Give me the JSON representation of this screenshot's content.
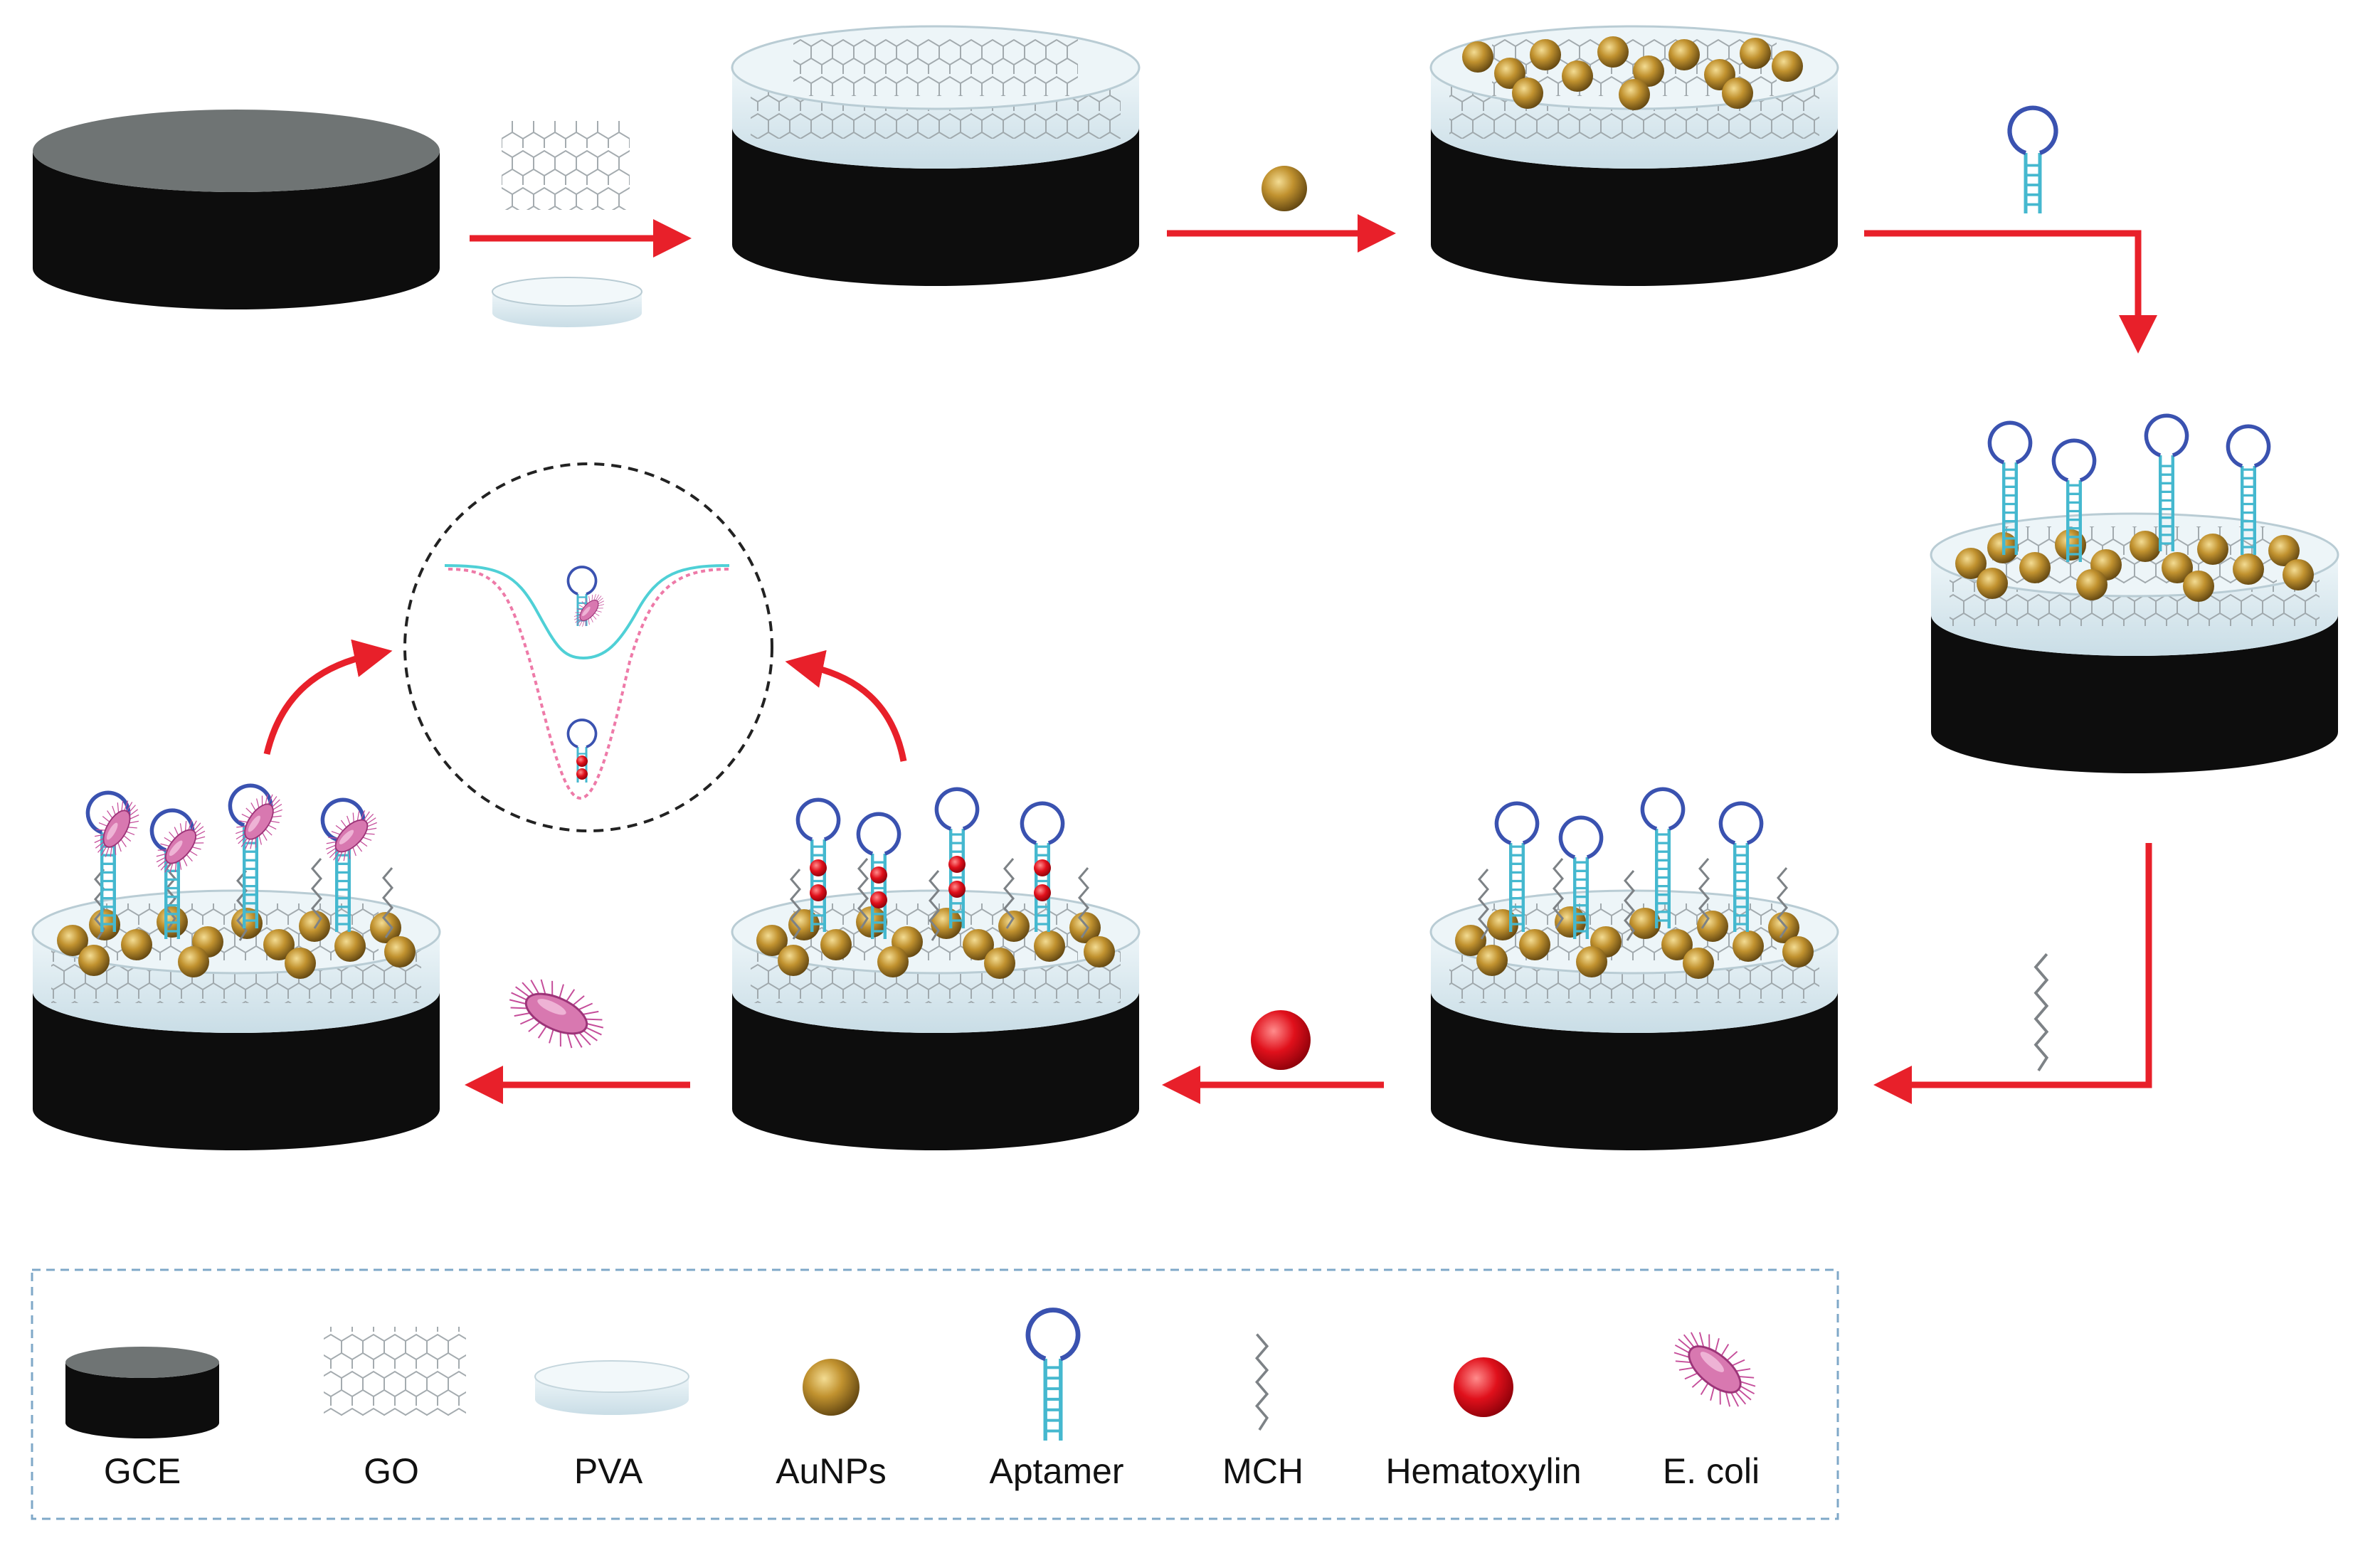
{
  "diagram": {
    "colors": {
      "gce_body": "#0d0d0d",
      "gce_top": "#6f7474",
      "pva": "#dbe9ef",
      "arrow": "#e8202a",
      "aunp": "#b8872a",
      "aptamer_loop": "#3a52b0",
      "aptamer_stem": "#45b8cf",
      "hematoxylin": "#e0101b",
      "ecoli": "#d878b0",
      "curve_cyan": "#4fd0d6",
      "curve_pink": "#ee7aa8",
      "legend_border": "#7fa8c8"
    },
    "steps": [
      {
        "layer": "bare GCE"
      },
      {
        "layer": "GO/PVA"
      },
      {
        "layer": "AuNPs"
      },
      {
        "layer": "Aptamer"
      },
      {
        "layer": "MCH"
      },
      {
        "layer": "Hematoxylin"
      },
      {
        "layer": "E. coli"
      }
    ]
  },
  "legend": {
    "items": [
      {
        "icon": "gce-icon",
        "label": "GCE"
      },
      {
        "icon": "graphene-oxide-icon",
        "label": "GO"
      },
      {
        "icon": "pva-icon",
        "label": "PVA"
      },
      {
        "icon": "gold-nanoparticle-icon",
        "label": "AuNPs"
      },
      {
        "icon": "aptamer-icon",
        "label": "Aptamer"
      },
      {
        "icon": "mch-icon",
        "label": "MCH"
      },
      {
        "icon": "hematoxylin-icon",
        "label": "Hematoxylin"
      },
      {
        "icon": "ecoli-icon",
        "label": "E. coli"
      }
    ]
  }
}
